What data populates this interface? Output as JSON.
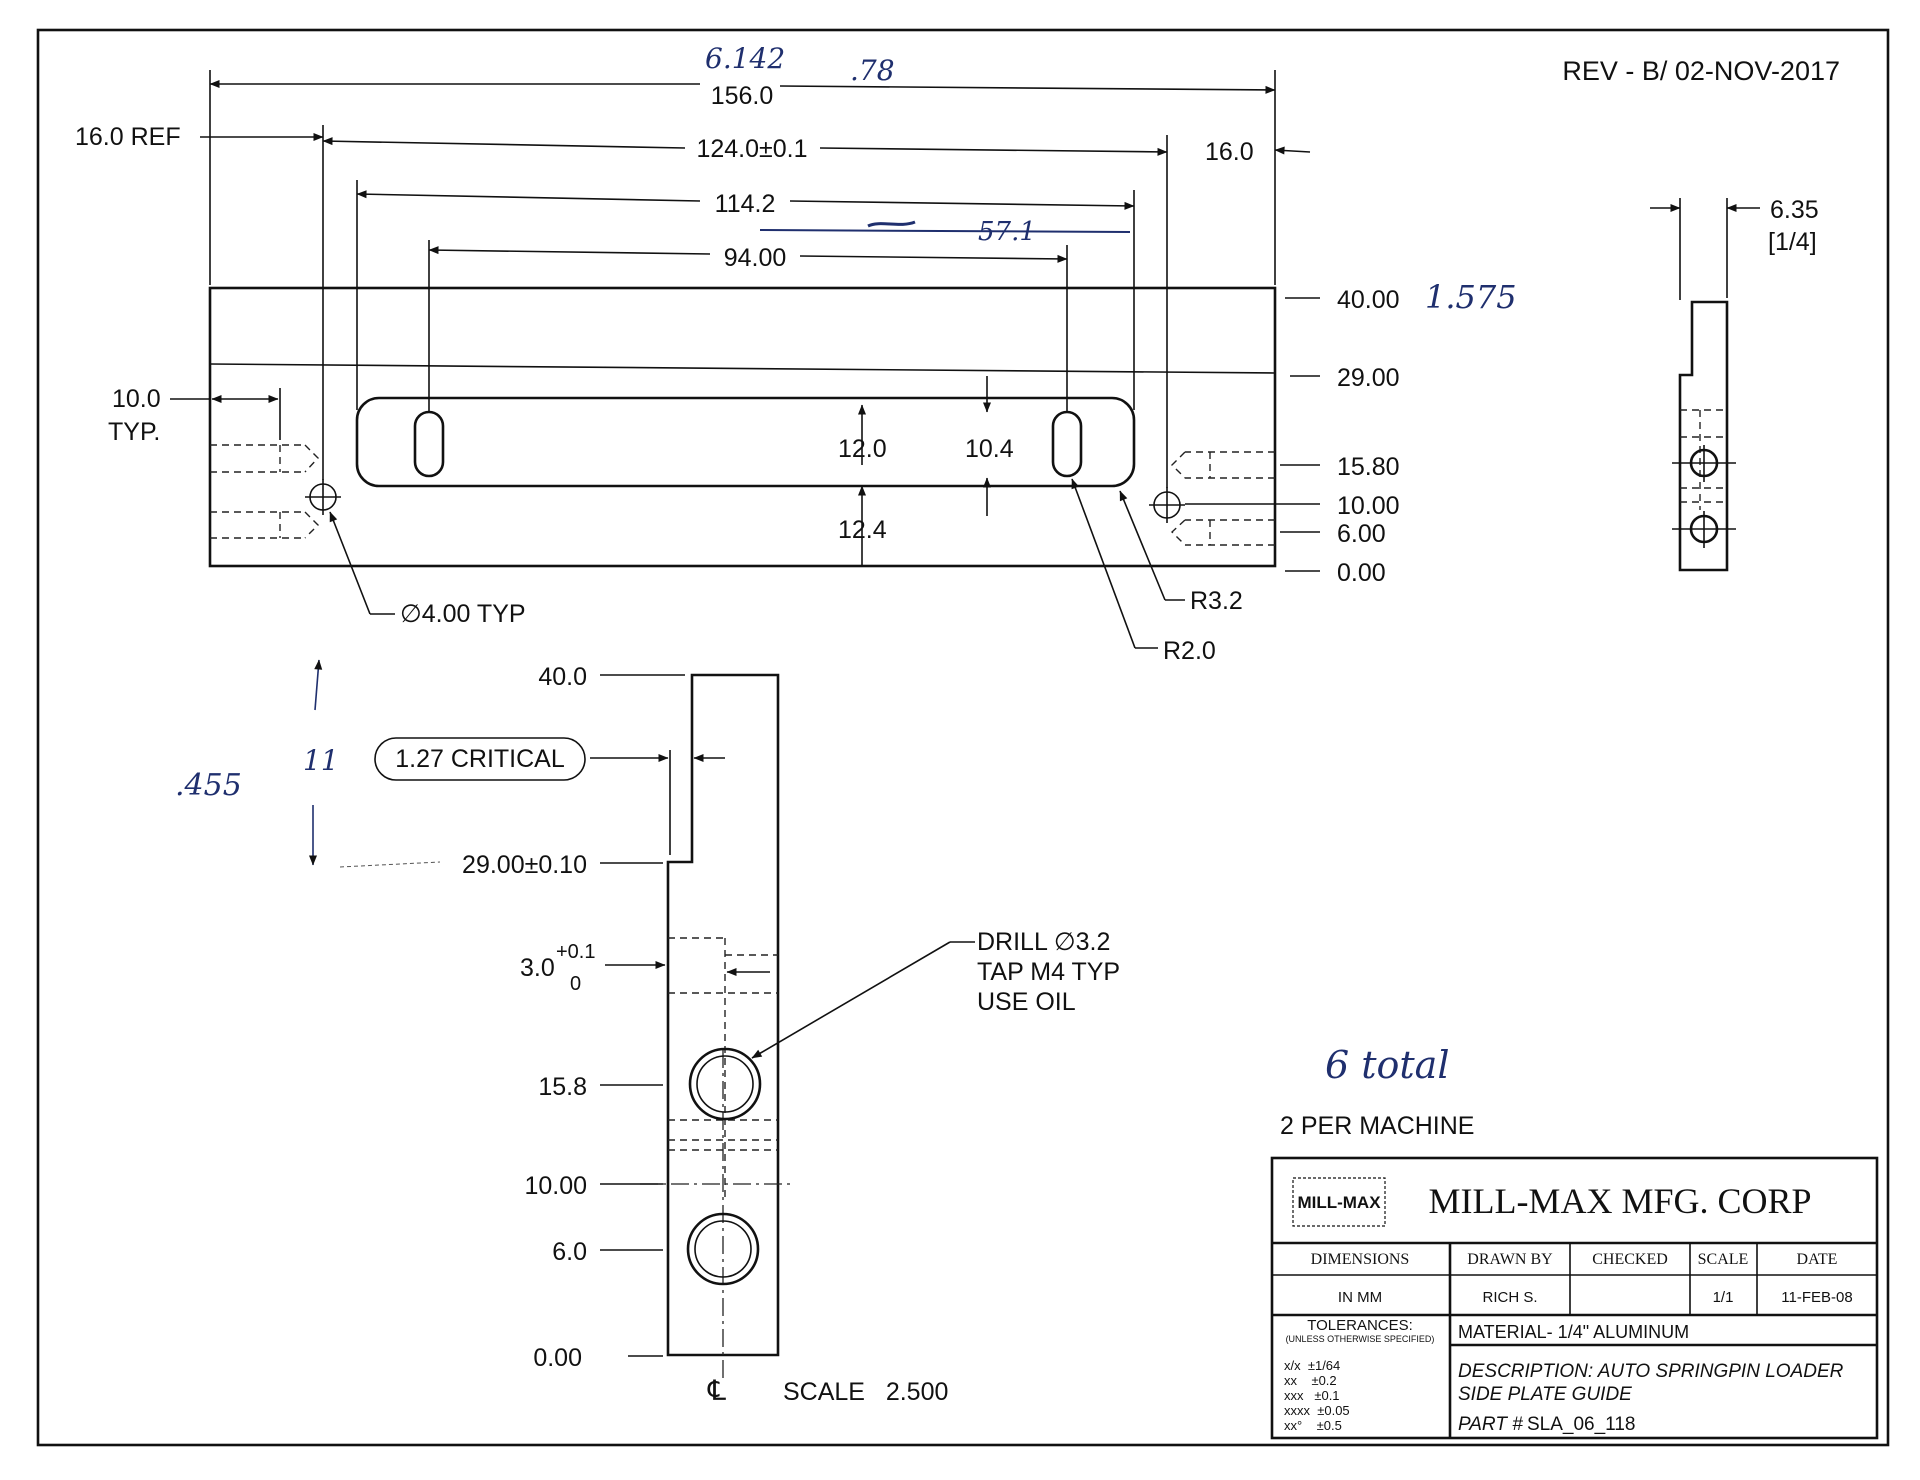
{
  "revision": "REV - B/ 02-NOV-2017",
  "top_view": {
    "overall_length": "156.0",
    "hole_spacing": "124.0±0.1",
    "ref_left": "16.0 REF",
    "ref_right": "16.0",
    "slot_outer": "114.2",
    "slot_centers": "94.00",
    "heights": [
      "40.00",
      "29.00",
      "15.80",
      "10.00",
      "6.00",
      "0.00"
    ],
    "tap_depth": "10.0",
    "tap_depth_suffix": "TYP.",
    "slot_width": "12.0",
    "slot_offset": "12.4",
    "slot_hole_width": "10.4",
    "hole_diameter": "∅4.00 TYP",
    "radius_outer": "R3.2",
    "radius_inner": "R2.0"
  },
  "end_view": {
    "thickness": "6.35",
    "thickness_inch": "[1/4]"
  },
  "side_view": {
    "heights": [
      "40.0",
      "29.00±0.10",
      "15.8",
      "10.00",
      "6.0",
      "0.00"
    ],
    "step_tol_base": "3.0",
    "step_tol_plus": "+0.1",
    "step_tol_minus": "0",
    "critical": "1.27 CRITICAL",
    "drill_note": [
      "DRILL ∅3.2",
      "TAP M4 TYP",
      "USE OIL"
    ],
    "scale_note": "SCALE   2.500"
  },
  "handwritten": {
    "top_a": "6.142",
    "top_b": ".78",
    "cross": "57.1",
    "height_inch": "1.575",
    "side_inch": ".455",
    "side_mark": "11",
    "total": "6 total"
  },
  "quantity_note": "2 PER MACHINE",
  "title_block": {
    "logo_text": "MILL-MAX",
    "company": "MILL-MAX MFG. CORP",
    "headers": [
      "DIMENSIONS",
      "DRAWN BY",
      "CHECKED",
      "SCALE",
      "DATE"
    ],
    "values": [
      "IN MM",
      "RICH S.",
      "",
      "1/1",
      "11-FEB-08"
    ],
    "tolerances_title": "TOLERANCES:",
    "tolerances_subtitle": "(UNLESS OTHERWISE SPECIFIED)",
    "tolerances": [
      "x/x  ±1/64",
      "xx    ±0.2",
      "xxx   ±0.1",
      "xxxx  ±0.05",
      "xx°    ±0.5"
    ],
    "material": "MATERIAL- 1/4\" ALUMINUM",
    "description_1": "DESCRIPTION:  AUTO SPRINGPIN LOADER",
    "description_2": "SIDE PLATE GUIDE",
    "part_label": "PART #",
    "part_number": "SLA_06_118"
  }
}
